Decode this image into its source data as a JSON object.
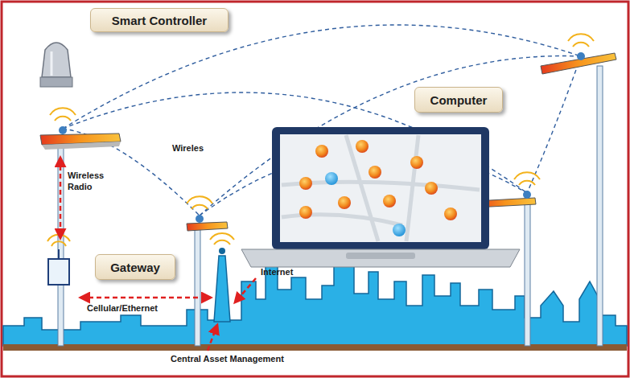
{
  "diagram": {
    "nodes": [
      {
        "text": [
          "Smart Controller"
        ]
      },
      {
        "text": [
          "Computer"
        ]
      },
      {
        "text": [
          "Gateway"
        ]
      }
    ],
    "labels": [
      "Wireles",
      "Wireless Radio",
      "Cellular/Ethernet",
      "Internet",
      "Central Asset Management"
    ]
  }
}
